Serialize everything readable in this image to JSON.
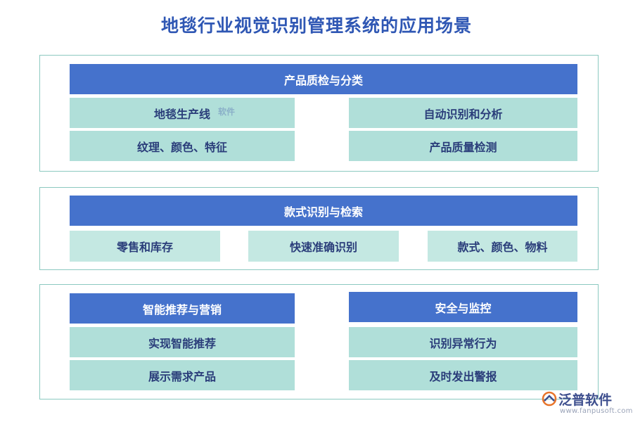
{
  "title": "地毯行业视觉识别管理系统的应用场景",
  "section1": {
    "header": "产品质检与分类",
    "left": [
      "地毯生产线",
      "纹理、颜色、特征"
    ],
    "right": [
      "自动识别和分析",
      "产品质量检测"
    ]
  },
  "section2": {
    "header": "款式识别与检索",
    "items": [
      "零售和库存",
      "快速准确识别",
      "款式、颜色、物料"
    ]
  },
  "section3": {
    "left": {
      "header": "智能推荐与营销",
      "items": [
        "实现智能推荐",
        "展示需求产品"
      ]
    },
    "right": {
      "header": "安全与监控",
      "items": [
        "识别异常行为",
        "及时发出警报"
      ]
    }
  },
  "watermark": {
    "text": "软件"
  },
  "logo": {
    "brand": "泛普软件",
    "url": "www.fanpusoft.com"
  },
  "colors": {
    "header": "#4572cc",
    "cell": "#b0dfd9",
    "cell_light": "#c4e8e2",
    "border": "#8cc9c0",
    "title": "#2f57b4"
  }
}
